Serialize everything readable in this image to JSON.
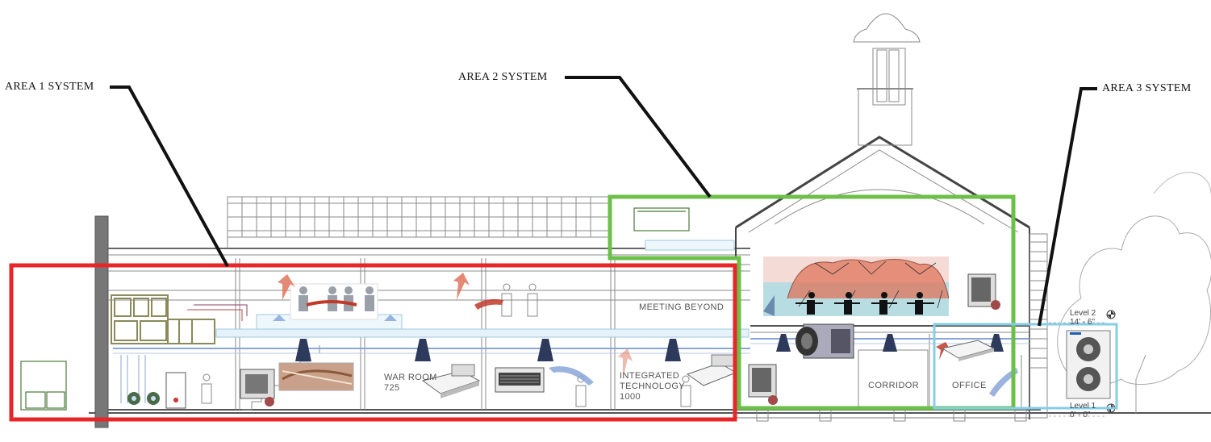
{
  "callouts": {
    "area1": "AREA 1 SYSTEM",
    "area2": "AREA 2 SYSTEM",
    "area3": "AREA 3 SYSTEM"
  },
  "rooms": {
    "meeting": "MEETING BEYOND",
    "war_room_name": "WAR ROOM",
    "war_room_number": "725",
    "integrated_line1": "INTEGRATED",
    "integrated_line2": "TECHNOLOGY",
    "integrated_number": "1000",
    "corridor": "CORRIDOR",
    "office": "OFFICE"
  },
  "levels": {
    "level2_name": "Level 2",
    "level2_elev": "14' - 6\"",
    "level1_name": "Level 1",
    "level1_elev": "0' - 0\""
  },
  "colors": {
    "area1_zone": "#e8262a",
    "area2_zone": "#6cc04a",
    "area3_zone": "#86cde6",
    "callout_leader": "#111111",
    "duct": "#9ec9e0",
    "warm_air": "#e0745a",
    "cool_air": "#8aa6d8",
    "linework": "#8a8a8a",
    "ahu": "#8a8a5a"
  }
}
